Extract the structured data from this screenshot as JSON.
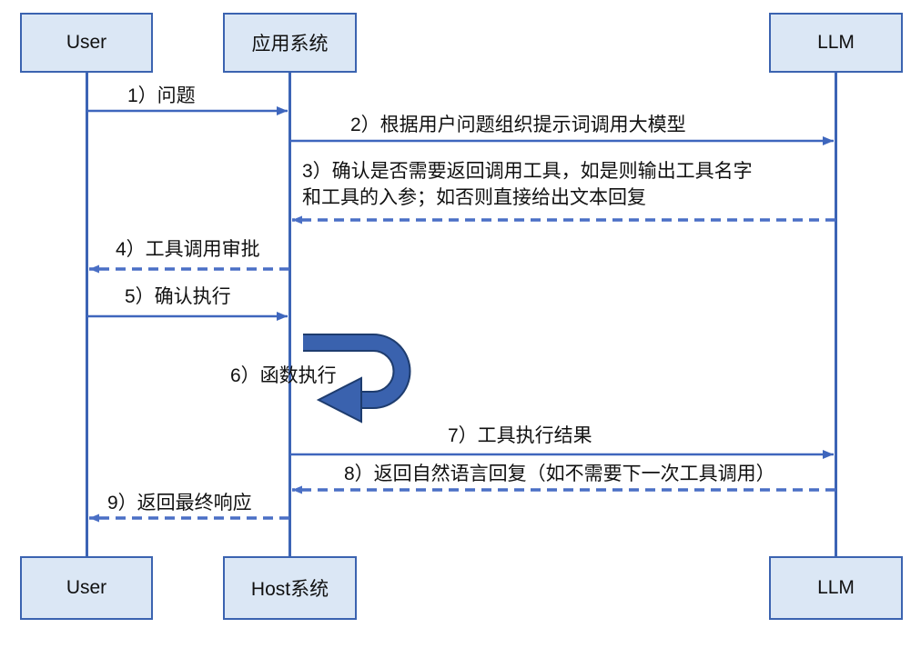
{
  "diagram": {
    "type": "sequence-diagram",
    "language": "zh-CN"
  },
  "actors": {
    "top": [
      {
        "label": "User"
      },
      {
        "label": "应用系统"
      },
      {
        "label": "LLM"
      }
    ],
    "bottom": [
      {
        "label": "User"
      },
      {
        "label": "Host系统"
      },
      {
        "label": "LLM"
      }
    ]
  },
  "messages": [
    {
      "num": 1,
      "label": "1）问题",
      "from": "User",
      "to": "应用系统",
      "line": "solid",
      "direction": "right"
    },
    {
      "num": 2,
      "label": "2）根据用户问题组织提示词调用大模型",
      "from": "应用系统",
      "to": "LLM",
      "line": "solid",
      "direction": "right"
    },
    {
      "num": 3,
      "label": "3）确认是否需要返回调用工具，如是则输出工具名字\n和工具的入参；如否则直接给出文本回复",
      "from": "LLM",
      "to": "应用系统",
      "line": "dashed",
      "direction": "left"
    },
    {
      "num": 4,
      "label": "4）工具调用审批",
      "from": "应用系统",
      "to": "User",
      "line": "dashed",
      "direction": "left"
    },
    {
      "num": 5,
      "label": "5）确认执行",
      "from": "User",
      "to": "应用系统",
      "line": "solid",
      "direction": "right"
    },
    {
      "num": 6,
      "label": "6）函数执行",
      "from": "应用系统",
      "to": "应用系统",
      "line": "self-loop",
      "direction": "self"
    },
    {
      "num": 7,
      "label": "7）工具执行结果",
      "from": "应用系统",
      "to": "LLM",
      "line": "solid",
      "direction": "right"
    },
    {
      "num": 8,
      "label": "8）返回自然语言回复（如不需要下一次工具调用）",
      "from": "LLM",
      "to": "应用系统",
      "line": "dashed",
      "direction": "left"
    },
    {
      "num": 9,
      "label": "9）返回最终响应",
      "from": "应用系统",
      "to": "User",
      "line": "dashed",
      "direction": "left"
    }
  ],
  "colors": {
    "background": "#ffffff",
    "box_fill": "#dbe7f5",
    "box_border": "#3b63b0",
    "lifeline": "#3c64b5",
    "line_solid": "#3e66bd",
    "line_dashed": "#4a6fc5",
    "loop_arrow_fill": "#3a62ae",
    "loop_arrow_outline": "#1e3c6e",
    "text": "#111111"
  }
}
